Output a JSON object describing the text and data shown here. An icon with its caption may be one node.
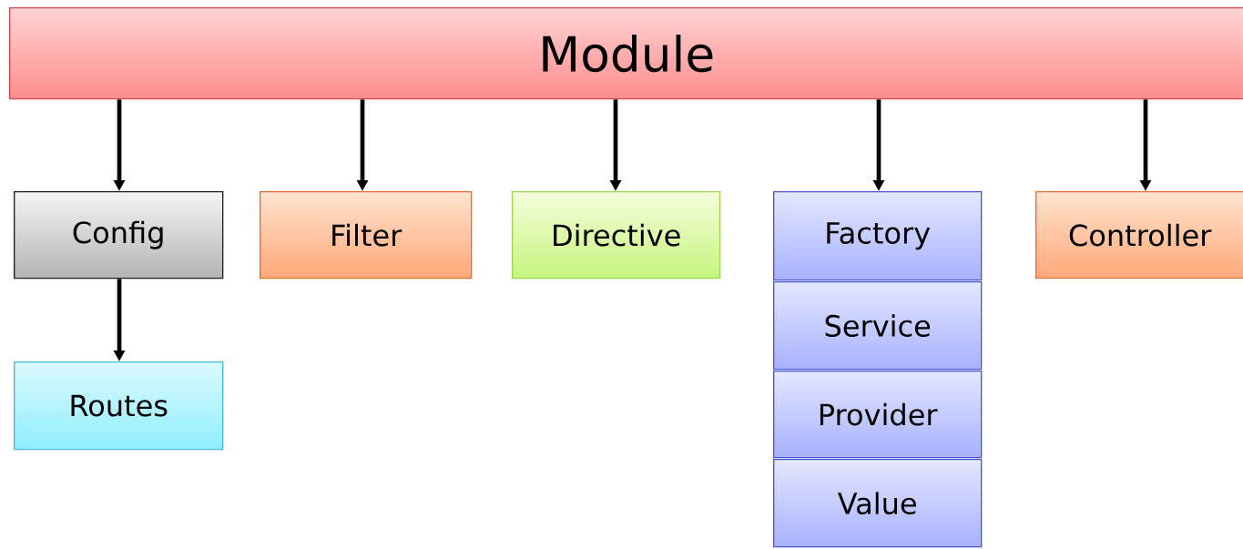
{
  "diagram": {
    "nodes": [
      {
        "text": [
          "Module"
        ]
      },
      {
        "text": [
          "Config"
        ]
      },
      {
        "text": [
          "Filter"
        ]
      },
      {
        "text": [
          "Directive"
        ]
      },
      {
        "text": [
          "Factory"
        ]
      },
      {
        "text": [
          "Service"
        ]
      },
      {
        "text": [
          "Provider"
        ]
      },
      {
        "text": [
          "Value"
        ]
      },
      {
        "text": [
          "Controller"
        ]
      },
      {
        "text": [
          "Routes"
        ]
      }
    ],
    "edges": [
      {
        "from": 0,
        "to": 1,
        "arrow": "to"
      },
      {
        "from": 0,
        "to": 2,
        "arrow": "to"
      },
      {
        "from": 0,
        "to": 3,
        "arrow": "to"
      },
      {
        "from": 0,
        "to": 4,
        "arrow": "to"
      },
      {
        "from": 0,
        "to": 8,
        "arrow": "to"
      },
      {
        "from": 1,
        "to": 9,
        "arrow": "to"
      }
    ]
  }
}
